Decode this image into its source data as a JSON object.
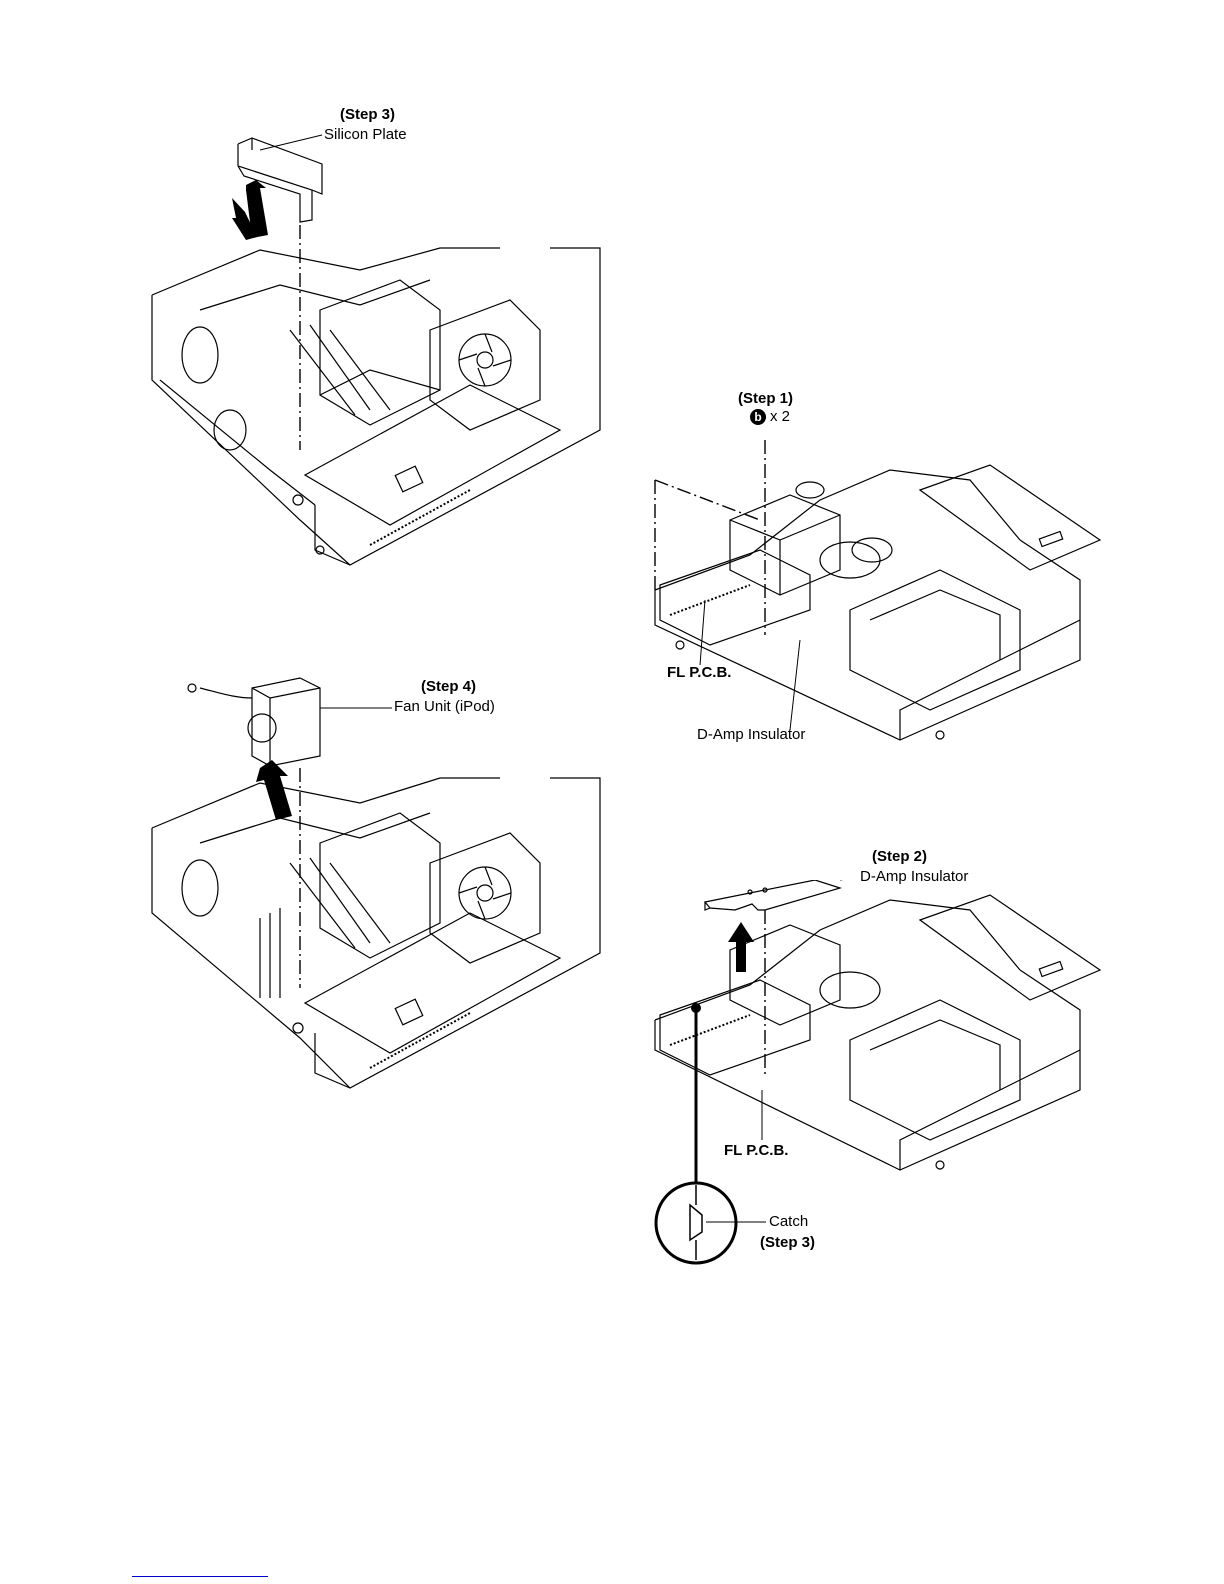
{
  "fig_step3": {
    "step": "(Step 3)",
    "part": "Silicon Plate"
  },
  "fig_step4": {
    "step": "(Step 4)",
    "part": "Fan Unit (iPod)"
  },
  "fig_step1": {
    "step": "(Step 1)",
    "screw_icon_letter": "b",
    "screw_qty": "x 2",
    "label_pcb": "FL P.C.B.",
    "label_insulator": "D-Amp Insulator"
  },
  "fig_step2": {
    "step": "(Step 2)",
    "part": "D-Amp Insulator",
    "label_pcb": "FL P.C.B.",
    "catch_label": "Catch",
    "catch_step": "(Step 3)"
  }
}
